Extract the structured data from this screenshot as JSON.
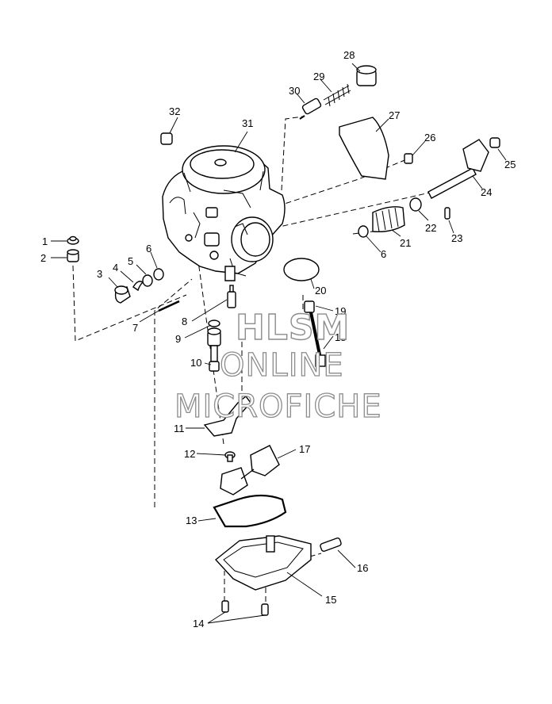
{
  "labels": [
    "1",
    "2",
    "3",
    "4",
    "5",
    "6",
    "7",
    "8",
    "9",
    "10",
    "11",
    "12",
    "13",
    "14",
    "15",
    "16",
    "17",
    "18",
    "19",
    "20",
    "21",
    "22",
    "23",
    "24",
    "25",
    "26",
    "27",
    "28",
    "29",
    "30",
    "31",
    "32",
    "6"
  ],
  "watermark": {
    "line1": "HLSM",
    "line2": "ONLINE",
    "line3": "MICROFICHE"
  }
}
